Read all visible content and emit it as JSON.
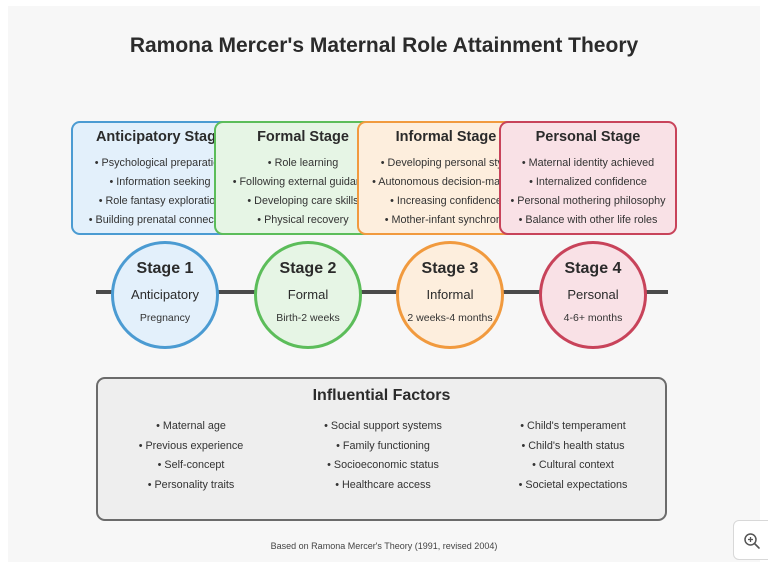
{
  "title": "Ramona Mercer's Maternal Role Attainment Theory",
  "stages": [
    {
      "box_title": "Anticipatory Stage",
      "items": [
        "• Psychological preparation",
        "• Information seeking",
        "• Role fantasy exploration",
        "• Building prenatal connection"
      ],
      "circle_title": "Stage 1",
      "circle_name": "Anticipatory",
      "timeframe": "Pregnancy",
      "color": "#4b9bd2"
    },
    {
      "box_title": "Formal Stage",
      "items": [
        "• Role learning",
        "• Following external guidance",
        "• Developing care skills",
        "• Physical recovery"
      ],
      "circle_title": "Stage 2",
      "circle_name": "Formal",
      "timeframe": "Birth-2 weeks",
      "color": "#5cbd5a"
    },
    {
      "box_title": "Informal Stage",
      "items": [
        "• Developing personal style",
        "• Autonomous decision-making",
        "• Increasing confidence",
        "• Mother-infant synchrony"
      ],
      "circle_title": "Stage 3",
      "circle_name": "Informal",
      "timeframe": "2 weeks-4 months",
      "color": "#f19a3e"
    },
    {
      "box_title": "Personal Stage",
      "items": [
        "• Maternal identity achieved",
        "• Internalized confidence",
        "• Personal mothering philosophy",
        "• Balance with other life roles"
      ],
      "circle_title": "Stage 4",
      "circle_name": "Personal",
      "timeframe": "4-6+ months",
      "color": "#c8435a"
    }
  ],
  "factors": {
    "title": "Influential Factors",
    "columns": [
      [
        "• Maternal age",
        "• Previous experience",
        "• Self-concept",
        "• Personality traits"
      ],
      [
        "• Social support systems",
        "• Family functioning",
        "• Socioeconomic status",
        "• Healthcare access"
      ],
      [
        "• Child's temperament",
        "• Child's health status",
        "• Cultural context",
        "• Societal expectations"
      ]
    ]
  },
  "footer": "Based on Ramona Mercer's Theory (1991, revised 2004)",
  "zoom_icon": "zoom-in-icon"
}
